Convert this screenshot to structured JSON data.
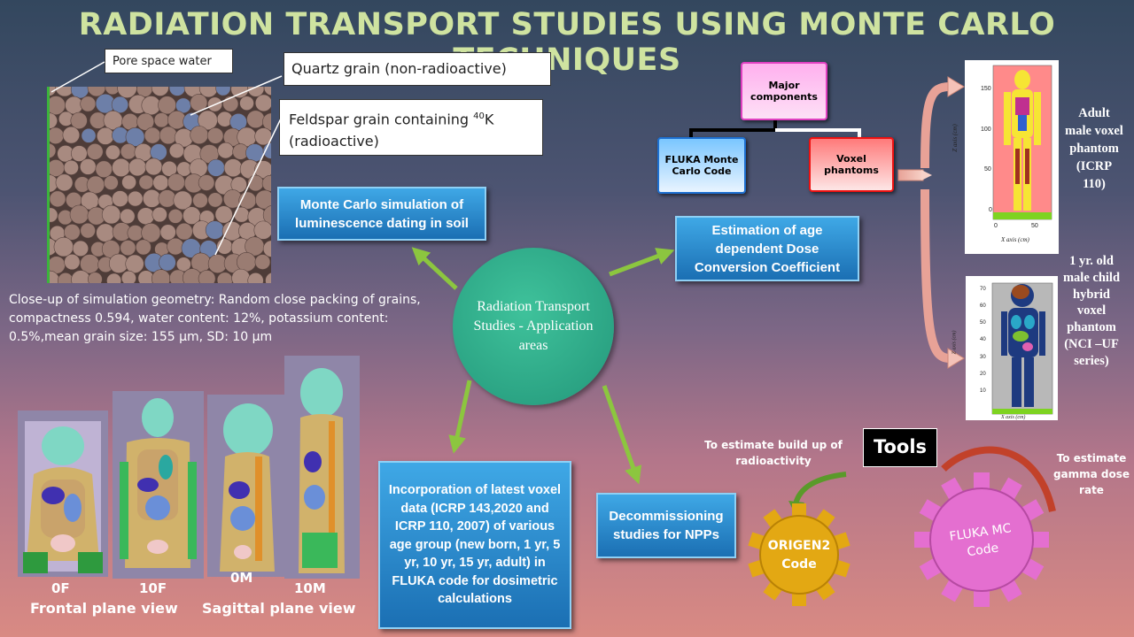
{
  "title": "RADIATION TRANSPORT STUDIES USING MONTE CARLO TECHNIQUES",
  "soil": {
    "pore_label": "Pore space water",
    "quartz_label": "Quartz grain (non-radioactive)",
    "feldspar_label_a": "Feldspar grain containing",
    "feldspar_sup": "40",
    "feldspar_label_b": "K",
    "feldspar_label_c": "(radioactive)",
    "caption": "Close-up of simulation geometry: Random close  packing of grains, compactness 0.594, water content: 12%, potassium content: 0.5%,mean grain size: 155 μm, SD: 10 μm"
  },
  "center": {
    "text": "Radiation Transport Studies - Application areas",
    "color": "#2fae8c"
  },
  "applications": {
    "mc_luminescence": "Monte Carlo simulation of luminescence dating in soil",
    "age_dcc": "Estimation of age dependent Dose Conversion Coefficient",
    "voxel_incorp": "Incorporation of latest voxel data (ICRP 143,2020 and ICRP 110, 2007) of various age group (new born, 1 yr, 5 yr, 10 yr, 15 yr, adult) in FLUKA code for dosimetric calculations",
    "decommissioning": "Decommissioning studies for NPPs"
  },
  "org_chart": {
    "root": "Major components",
    "left": "FLUKA Monte Carlo Code",
    "right": "Voxel phantoms"
  },
  "phantoms": {
    "adult_label": "Adult male voxel phantom (ICRP 110)",
    "child_label": "1 yr. old male child hybrid voxel phantom (NCI –UF series)",
    "adult_plot": {
      "y_label": "Z axis (cm)",
      "x_label": "X axis (cm)",
      "y_ticks": [
        "150",
        "100",
        "50",
        "0"
      ],
      "x_ticks": [
        "0",
        "50"
      ]
    },
    "child_plot": {
      "y_label": "Z axis (cm)",
      "x_label": "X axis (cm)",
      "y_ticks": [
        "70",
        "60",
        "50",
        "40",
        "30",
        "20",
        "10"
      ]
    }
  },
  "views": {
    "labels": [
      "0F",
      "10F",
      "0M",
      "10M"
    ],
    "frontal": "Frontal plane view",
    "sagittal": "Sagittal plane view"
  },
  "tools": {
    "heading": "Tools",
    "origen": "ORIGEN2 Code",
    "fluka": "FLUKA MC Code",
    "buildup": "To estimate build up of radioactivity",
    "gamma": "To estimate gamma dose rate"
  },
  "colors": {
    "title": "#cfe3a0",
    "arrow_green": "#8cc63f",
    "gear_gold": "#e3a813",
    "gear_pink": "#e46fd0",
    "box_blue": "#2b8fd6"
  }
}
